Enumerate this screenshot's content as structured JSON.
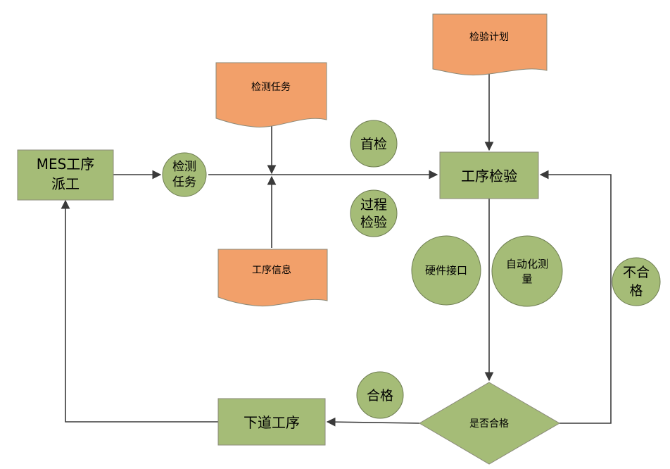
{
  "nodes": {
    "mes_dispatch": [
      "MES工序",
      "派工"
    ],
    "process_inspection": "工序检验",
    "next_process": "下道工序",
    "qualified_decision": "是否合格"
  },
  "documents": {
    "inspection_plan": "检验计划",
    "inspection_task": "检测任务",
    "process_info": "工序信息"
  },
  "bubbles": {
    "inspection_task": [
      "检测",
      "任务"
    ],
    "first_inspection": "首检",
    "process_inspection": [
      "过程",
      "检验"
    ],
    "hardware_interface": "硬件接口",
    "auto_measurement": [
      "自动化测",
      "量"
    ],
    "unqualified": [
      "不合",
      "格"
    ],
    "qualified": "合格"
  },
  "colors": {
    "box_fill": "#a5bc77",
    "document_fill": "#f2a06a",
    "line": "#3a3a3a"
  }
}
